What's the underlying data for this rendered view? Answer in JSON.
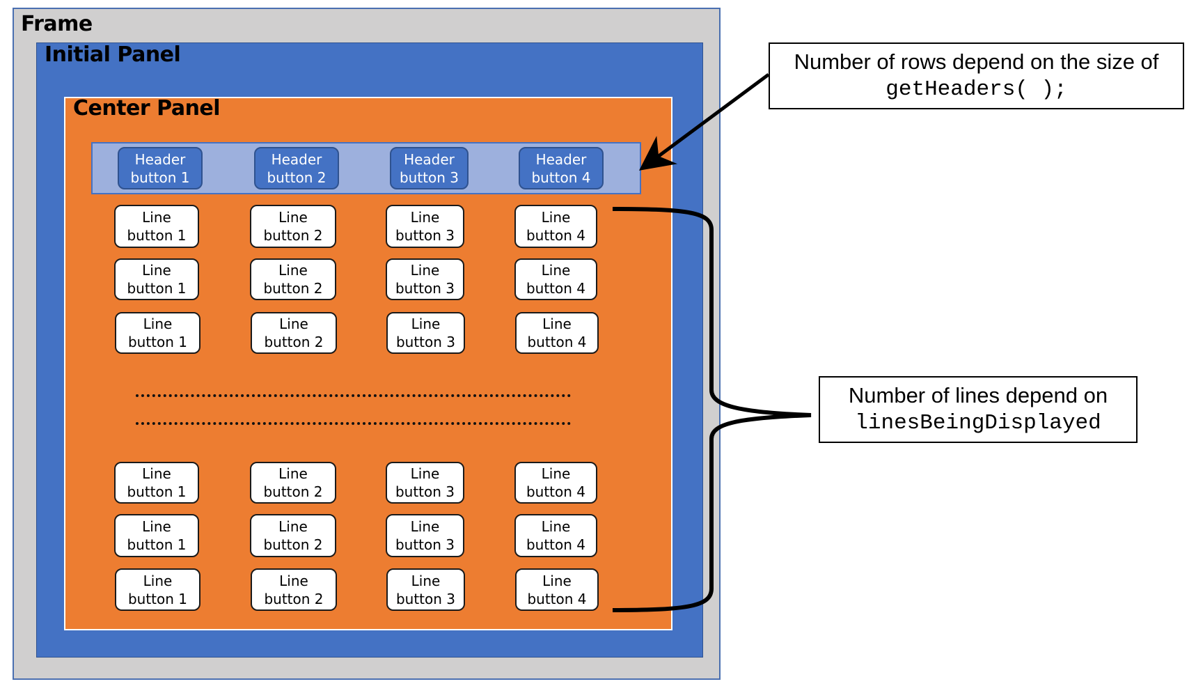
{
  "frame": {
    "label": "Frame"
  },
  "initial_panel": {
    "label": "Initial Panel"
  },
  "center_panel": {
    "label": "Center Panel"
  },
  "header_buttons": [
    {
      "line1": "Header",
      "line2": "button 1"
    },
    {
      "line1": "Header",
      "line2": "button 2"
    },
    {
      "line1": "Header",
      "line2": "button 3"
    },
    {
      "line1": "Header",
      "line2": "button 4"
    }
  ],
  "line_rows": [
    [
      {
        "line1": "Line",
        "line2": "button 1"
      },
      {
        "line1": "Line",
        "line2": "button 2"
      },
      {
        "line1": "Line",
        "line2": "button 3"
      },
      {
        "line1": "Line",
        "line2": "button 4"
      }
    ],
    [
      {
        "line1": "Line",
        "line2": "button 1"
      },
      {
        "line1": "Line",
        "line2": "button 2"
      },
      {
        "line1": "Line",
        "line2": "button 3"
      },
      {
        "line1": "Line",
        "line2": "button 4"
      }
    ],
    [
      {
        "line1": "Line",
        "line2": "button 1"
      },
      {
        "line1": "Line",
        "line2": "button 2"
      },
      {
        "line1": "Line",
        "line2": "button 3"
      },
      {
        "line1": "Line",
        "line2": "button 4"
      }
    ],
    [
      {
        "line1": "Line",
        "line2": "button 1"
      },
      {
        "line1": "Line",
        "line2": "button 2"
      },
      {
        "line1": "Line",
        "line2": "button 3"
      },
      {
        "line1": "Line",
        "line2": "button 4"
      }
    ],
    [
      {
        "line1": "Line",
        "line2": "button 1"
      },
      {
        "line1": "Line",
        "line2": "button 2"
      },
      {
        "line1": "Line",
        "line2": "button 3"
      },
      {
        "line1": "Line",
        "line2": "button 4"
      }
    ],
    [
      {
        "line1": "Line",
        "line2": "button 1"
      },
      {
        "line1": "Line",
        "line2": "button 2"
      },
      {
        "line1": "Line",
        "line2": "button 3"
      },
      {
        "line1": "Line",
        "line2": "button 4"
      }
    ]
  ],
  "annotations": {
    "rows_note": {
      "text": "Number of rows depend on the size of",
      "code": "getHeaders( );"
    },
    "lines_note": {
      "text": "Number of lines depend on",
      "code": "linesBeingDisplayed"
    }
  },
  "colors": {
    "frame": "#d0cfcf",
    "initial_panel": "#4472c4",
    "center_panel": "#ed7d31",
    "header_strip": "#9db0dd",
    "header_button": "#4472c4",
    "line_button": "#ffffff"
  }
}
